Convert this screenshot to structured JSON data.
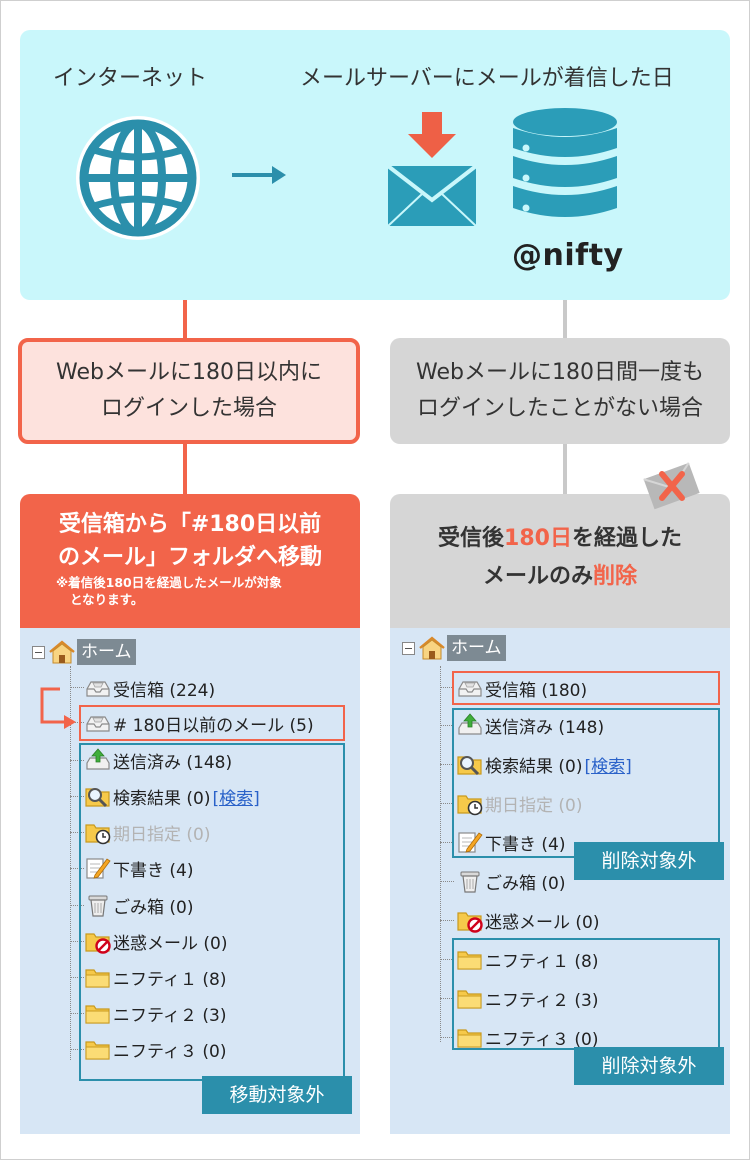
{
  "top": {
    "internet_label": "インターネット",
    "server_label": "メールサーバーにメールが着信した日",
    "brand": "@nifty"
  },
  "conditions": {
    "left_line1": "Webメールに180日以内に",
    "left_line2": "ログインした場合",
    "right_line1": "Webメールに180日間一度も",
    "right_line2": "ログインしたことがない場合"
  },
  "result_left": {
    "line1": "受信箱から「#180日以前",
    "line2": "のメール」フォルダへ移動",
    "note_line1": "※着信後180日を経過したメールが対象",
    "note_line2": "となります。"
  },
  "result_right": {
    "part1": "受信後",
    "part2": "180日",
    "part3": "を経過した",
    "part4": "メールのみ",
    "part5": "削除"
  },
  "tree_left": {
    "home": "ホーム",
    "inbox": "受信箱 (224)",
    "old_mail": "# 180日以前のメール (5)",
    "sent": "送信済み (148)",
    "search": "検索結果 (0)",
    "search_link": "[検索]",
    "date": "期日指定 (0)",
    "draft": "下書き (4)",
    "trash": "ごみ箱 (0)",
    "spam": "迷惑メール (0)",
    "nifty1": "ニフティ１ (8)",
    "nifty2": "ニフティ２ (3)",
    "nifty3": "ニフティ３ (0)",
    "tag": "移動対象外"
  },
  "tree_right": {
    "home": "ホーム",
    "inbox": "受信箱 (180)",
    "sent": "送信済み (148)",
    "search": "検索結果 (0)",
    "search_link": "[検索]",
    "date": "期日指定 (0)",
    "draft": "下書き (4)",
    "trash": "ごみ箱 (0)",
    "spam": "迷惑メール (0)",
    "nifty1": "ニフティ１ (8)",
    "nifty2": "ニフティ２ (3)",
    "nifty3": "ニフティ３ (0)",
    "tag1": "削除対象外",
    "tag2": "削除対象外"
  },
  "colors": {
    "accent_red": "#f2644a",
    "accent_blue": "#2b8fab",
    "sky": "#c9f7fb",
    "tree_bg": "#d7e6f5",
    "gray": "#d6d6d6"
  }
}
